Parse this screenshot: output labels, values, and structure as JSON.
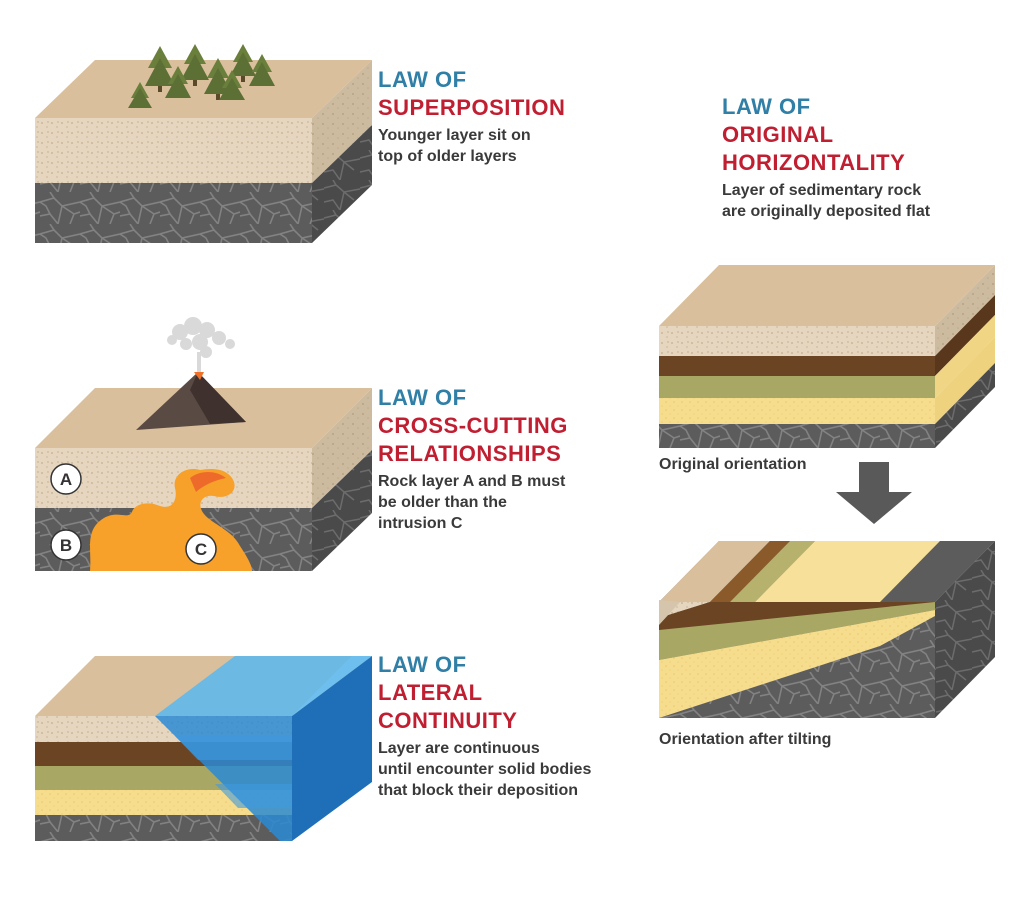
{
  "superposition": {
    "title_line1": "LAW OF",
    "title_line2": "SUPERPOSITION",
    "desc_line1": "Younger layer sit on",
    "desc_line2": "top of older layers"
  },
  "cross_cutting": {
    "title_line1": "LAW OF",
    "title_line2": "CROSS-CUTTING",
    "title_line3": "RELATIONSHIPS",
    "desc_line1": "Rock layer A and B must",
    "desc_line2": "be older than the",
    "desc_line3": "intrusion C",
    "label_a": "A",
    "label_b": "B",
    "label_c": "C"
  },
  "lateral_continuity": {
    "title_line1": "LAW OF",
    "title_line2": "LATERAL",
    "title_line3": "CONTINUITY",
    "desc_line1": "Layer are continuous",
    "desc_line2": "until encounter solid bodies",
    "desc_line3": "that block their deposition"
  },
  "original_horizontality": {
    "title_line1": "LAW OF",
    "title_line2": "ORIGINAL",
    "title_line3": "HORIZONTALITY",
    "desc_line1": "Layer of sedimentary rock",
    "desc_line2": "are originally deposited flat",
    "caption_before": "Original orientation",
    "caption_after": "Orientation after tilting"
  },
  "colors": {
    "law_blue": "#2f7fa6",
    "law_red": "#c01f32",
    "sand_top": "#d9bf9c",
    "sand_side": "#d6c5ad",
    "bedrock": "#5e5e5e",
    "brown_layer": "#6b4423",
    "olive_layer": "#a8a764",
    "yellow_layer": "#f6dc8d",
    "lava": "#f7a02a",
    "water": "#2a8ad3",
    "arrow": "#595959"
  }
}
